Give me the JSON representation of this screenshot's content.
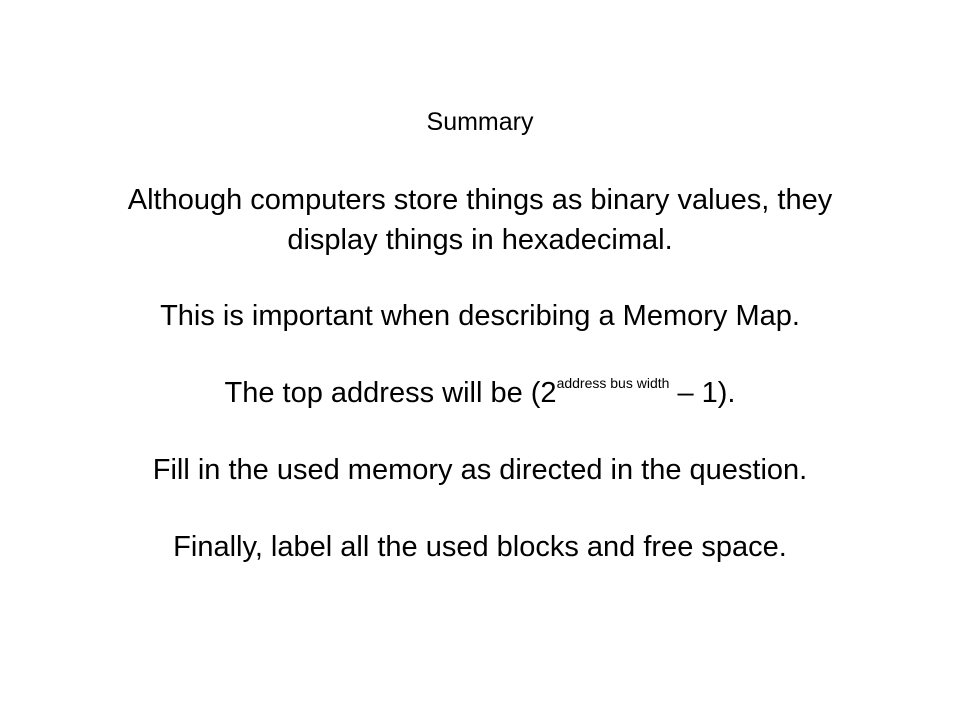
{
  "slide": {
    "title": "Summary",
    "line1": "Although computers store things as binary values, they",
    "line2": "display things in hexadecimal.",
    "line3": "This is important when describing a Memory Map.",
    "line4": {
      "before": "The top address will be (2",
      "exponent": "address bus width",
      "after": " – 1)."
    },
    "line5": "Fill in the used memory as directed in the question.",
    "line6": "Finally, label all the used blocks and free space."
  }
}
